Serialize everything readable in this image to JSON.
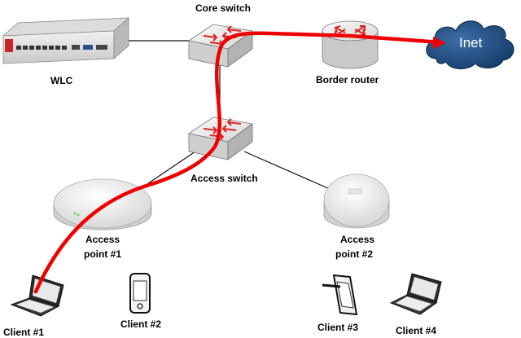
{
  "nodes": {
    "wlc": {
      "label": "WLC"
    },
    "core_switch": {
      "label": "Core switch"
    },
    "border_router": {
      "label": "Border router"
    },
    "inet": {
      "label": "Inet"
    },
    "access_switch": {
      "label": "Access switch"
    },
    "ap1": {
      "label_line1": "Access",
      "label_line2": "point #1"
    },
    "ap2": {
      "label_line1": "Access",
      "label_line2": "point #2"
    },
    "client1": {
      "label": "Client #1"
    },
    "client2": {
      "label": "Client #2"
    },
    "client3": {
      "label": "Client #3"
    },
    "client4": {
      "label": "Client #4"
    }
  },
  "colors": {
    "path": "#ee0000",
    "link": "#111111",
    "cloud": "#1e4f86"
  }
}
